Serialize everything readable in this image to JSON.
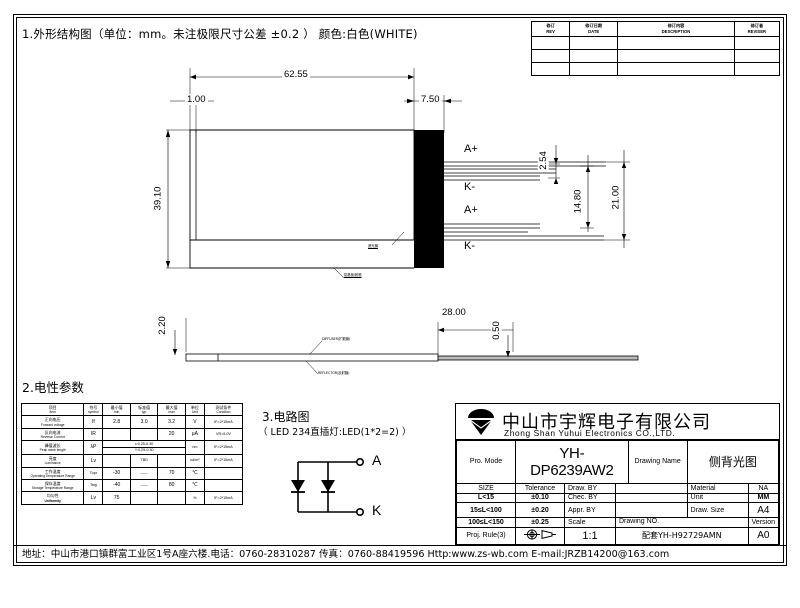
{
  "sheet": {
    "section1_title": "1.外形结构图（单位：mm。未注极限尺寸公差 ±0.2 ）    颜色:白色(WHITE)",
    "section2_title": "2.电性参数",
    "section3_title": "3.电路图",
    "section3_subtitle": "（ LED 234直插灯:LED(1*2=2) ）"
  },
  "revision_table": {
    "headers": [
      {
        "cn": "修订",
        "en": "REV"
      },
      {
        "cn": "修订日期",
        "en": "DATE"
      },
      {
        "cn": "修订内容",
        "en": "DESCRIPTION"
      },
      {
        "cn": "修订者",
        "en": "REVISER"
      }
    ],
    "rows": [
      [
        "",
        "",
        "",
        ""
      ],
      [
        "",
        "",
        "",
        ""
      ],
      [
        "",
        "",
        "",
        ""
      ]
    ]
  },
  "outline_drawing": {
    "dimensions": {
      "overall_length": "62.55",
      "left_edge": "1.00",
      "bevel_width": "7.50",
      "height": "39.10",
      "pin_pitch": "2.54",
      "pin_group": "14.80",
      "pin_span": "21.00",
      "side_length": "28.00",
      "thickness": "0.50",
      "side_left_thickness": "2.20"
    },
    "pin_labels": [
      "A+",
      "K-",
      "A+",
      "K-"
    ],
    "annotations": {
      "bevel_note": "遮光膜",
      "bottom_note": "铝基板/胶框",
      "diffuser": "DIFFUSER(扩散膜)",
      "reflector": "REFLECTOR(反射膜)"
    }
  },
  "electrical_table": {
    "headers": [
      {
        "cn": "项目",
        "en": "Item"
      },
      {
        "cn": "符号",
        "en": "symbol"
      },
      {
        "cn": "最小值",
        "en": "min"
      },
      {
        "cn": "标准值",
        "en": "typ"
      },
      {
        "cn": "最大值",
        "en": "max"
      },
      {
        "cn": "单位",
        "en": "Unit"
      },
      {
        "cn": "测试条件",
        "en": "Condition"
      }
    ],
    "rows": [
      {
        "cn": "正向电压",
        "en": "Forward voltage",
        "symbol": "If",
        "min": "2.8",
        "typ": "3.0",
        "max": "3.2",
        "unit": "V",
        "condition": "IF=2*15mA"
      },
      {
        "cn": "反向电流",
        "en": "Reverse Current",
        "symbol": "IR",
        "min": "",
        "typ": "",
        "max": "20",
        "unit": "μA",
        "condition": "VR=5.0V"
      },
      {
        "cn": "峰值波长",
        "en": "Peak wave length",
        "symbol": "λP",
        "span_top": "x:0.25-0.30",
        "span_bottom": "Y:0.25-0.30",
        "unit": "nm",
        "condition": "IF=2*15mA"
      },
      {
        "cn": "亮度",
        "en": "Luminance",
        "symbol": "Lv",
        "min": "",
        "typ": "TBD",
        "max": "",
        "unit": "cd/m²",
        "condition": "IF=2*15mA"
      },
      {
        "cn": "工作温度",
        "en": "Operating Temperature Range",
        "symbol": "Topr",
        "min": "-30",
        "typ": "——",
        "max": "70",
        "unit": "℃",
        "condition": ""
      },
      {
        "cn": "保存温度",
        "en": "Storage Temperature Range",
        "symbol": "Tstg",
        "min": "-40",
        "typ": "——",
        "max": "80",
        "unit": "℃",
        "condition": ""
      },
      {
        "cn": "均匀性",
        "en": "Uniformity",
        "symbol": "Lv",
        "min": "75",
        "typ": "",
        "max": "",
        "unit": "%",
        "condition": "IF=2*15mA"
      }
    ]
  },
  "circuit": {
    "anode_label": "A",
    "cathode_label": "K"
  },
  "title_block": {
    "company_cn": "中山市宇辉电子有限公司",
    "company_en": "Zhong Shan Yuhui Electronics CO.,LTD.",
    "pro_mode_label": "Pro. Mode",
    "pro_mode_value": "YH-DP6239AW2",
    "drawing_name_label": "Drawing Name",
    "drawing_name_value": "侧背光图",
    "size_label": "SIZE",
    "tolerance_label": "Tolerance",
    "size_rows": [
      {
        "size": "L<15",
        "tol": "±0.10"
      },
      {
        "size": "15≤L<100",
        "tol": "±0.20"
      },
      {
        "size": "100≤L<150",
        "tol": "±0.25"
      }
    ],
    "proj_rule_label": "Proj. Rule(3)",
    "draw_by_label": "Draw. BY",
    "draw_by_value": "",
    "chec_by_label": "Chec. BY",
    "chec_by_value": "",
    "appr_by_label": "Appr. BY",
    "appr_by_value": "",
    "scale_label": "Scale",
    "scale_value": "1:1",
    "material_label": "Material",
    "material_value": "NA",
    "unit_label": "Unit",
    "unit_value": "MM",
    "draw_size_label": "Draw. Size",
    "draw_size_value": "A4",
    "drawing_no_label": "Drawing NO.",
    "drawing_no_value": "配套YH-H92729AMN",
    "version_label": "Version",
    "version_value": "A0"
  },
  "footer": {
    "text": "地址：中山市港口镇群富工业区1号A座六楼.电话：0760-28310287 传真：0760-88419596 Http:www.zs-wb.com  E-mail:JRZB14200@163.com"
  }
}
